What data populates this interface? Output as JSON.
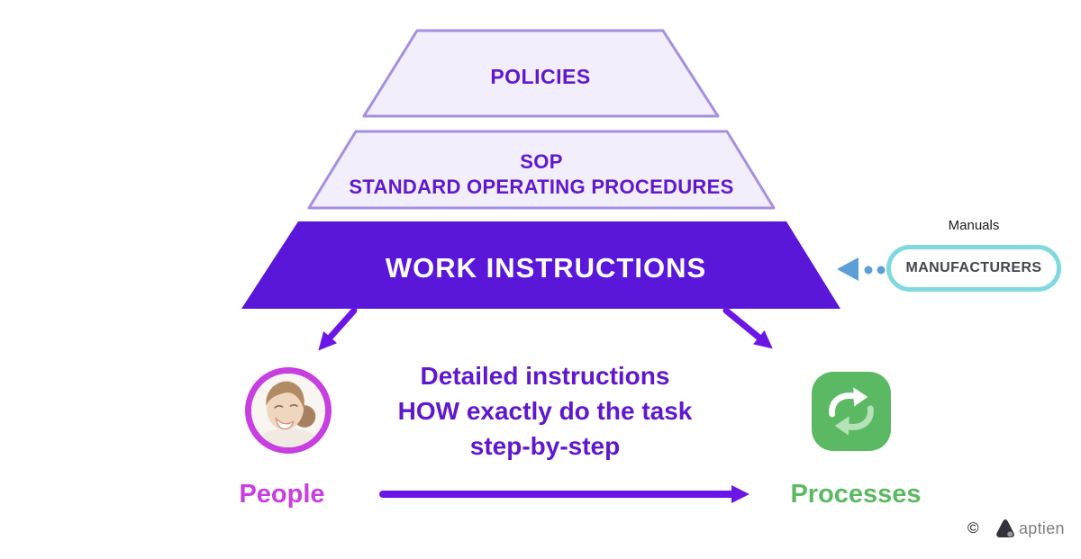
{
  "colors": {
    "purple": "#5a17d9",
    "purpleText": "#6018cd",
    "tierFill": "#f2eefc",
    "tierBorder": "#a78fe0",
    "arrowPurple": "#6b16e6",
    "magenta": "#c73ee1",
    "green": "#5cb963",
    "greenLight": "#b5e2b8",
    "teal": "#7fd9de",
    "blue": "#5c9fd6",
    "manualsText": "#1c1c1c",
    "pillText": "#43464e",
    "footerGray": "#7e7e7e",
    "logoDark": "#33323c"
  },
  "pyramid": {
    "tier_policies": "POLICIES",
    "tier_sop_line1": "SOP",
    "tier_sop_line2": "STANDARD OPERATING PROCEDURES",
    "tier_work_instructions": "WORK INSTRUCTIONS"
  },
  "manufacturers": {
    "title": "Manuals",
    "pill_label": "MANUFACTURERS"
  },
  "description": {
    "line1": "Detailed instructions",
    "line2": "HOW exactly do the task",
    "line3": "step-by-step"
  },
  "people": {
    "label": "People"
  },
  "processes": {
    "label": "Processes"
  },
  "footer": {
    "copyright": "©",
    "brand": "aptien"
  },
  "icons": {
    "person-photo": "smiling-woman-portrait",
    "process-sync-icon": "two-curved-cycle-arrows",
    "manufacturers-arrow-icon": "blue-left-arrowhead-with-dots",
    "down-left-arrow-icon": "purple-diagonal-arrow",
    "down-right-arrow-icon": "purple-diagonal-arrow",
    "people-to-processes-arrow-icon": "purple-right-arrow",
    "aptien-logo-icon": "dark-rounded-triangle-mark"
  }
}
